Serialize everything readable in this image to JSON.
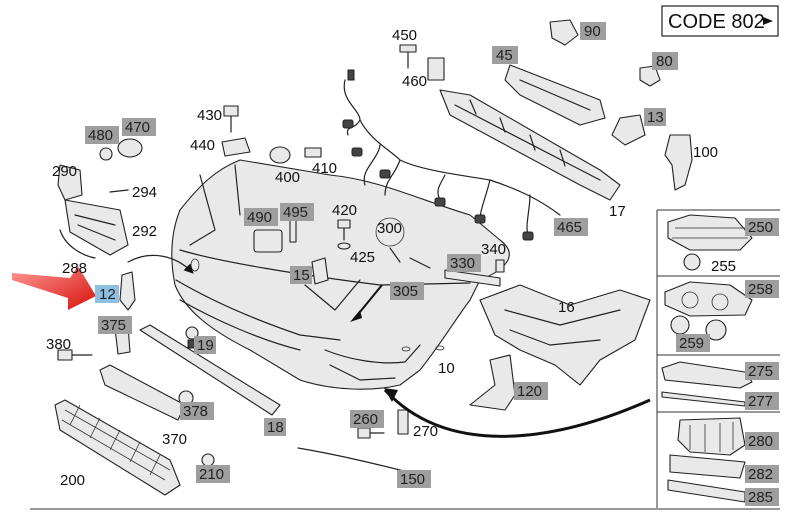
{
  "header": {
    "code_label": "CODE 802"
  },
  "highlight": {
    "part": "12",
    "arrow_color": "#e0221c",
    "box_color": "#8fbfe0"
  },
  "callouts": {
    "c90": "90",
    "c450": "450",
    "c45": "45",
    "c460": "460",
    "c80": "80",
    "c430": "430",
    "c470": "470",
    "c480": "480",
    "c440": "440",
    "c400": "400",
    "c410": "410",
    "c13": "13",
    "c100": "100",
    "c290": "290",
    "c294": "294",
    "c490": "490",
    "c495": "495",
    "c420": "420",
    "c300": "300",
    "c17": "17",
    "c292": "292",
    "c425": "425",
    "c465": "465",
    "c250": "250",
    "c340": "340",
    "c255": "255",
    "c288": "288",
    "c15": "15",
    "c330": "330",
    "c305": "305",
    "c12": "12",
    "c258": "258",
    "c16": "16",
    "c375": "375",
    "c259": "259",
    "c380": "380",
    "c19": "19",
    "c10": "10",
    "c275": "275",
    "c120": "120",
    "c378": "378",
    "c277": "277",
    "c370": "370",
    "c18": "18",
    "c260": "260",
    "c270": "270",
    "c280": "280",
    "c200": "200",
    "c210": "210",
    "c282": "282",
    "c150": "150",
    "c285": "285"
  }
}
